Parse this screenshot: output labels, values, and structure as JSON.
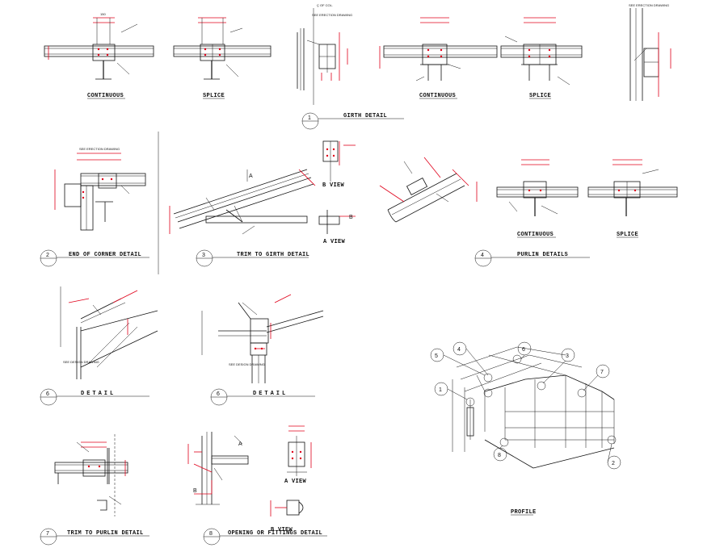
{
  "colors": {
    "line": "#111111",
    "dimension": "#e0001a",
    "background": "#ffffff"
  },
  "row1": {
    "continuous_1": "CONTINUOUS",
    "splice_1": "SPLICE",
    "continuous_2": "CONTINUOUS",
    "splice_2": "SPLICE",
    "bubble": "1",
    "title": "GIRTH DETAIL"
  },
  "detail2": {
    "bubble": "2",
    "title": "END OF CORNER DETAIL"
  },
  "detail3": {
    "bubble": "3",
    "title": "TRIM TO GIRTH DETAIL",
    "view_label": "A VIEW",
    "view_label_b": "B VIEW",
    "marker_a": "A",
    "marker_b": "B"
  },
  "detail4": {
    "bubble": "4",
    "title": "PURLIN DETAILS",
    "continuous": "CONTINUOUS",
    "splice": "SPLICE"
  },
  "detail6a": {
    "bubble": "6",
    "title": "DETAIL"
  },
  "detail6b": {
    "bubble": "6",
    "title": "DETAIL"
  },
  "detail7": {
    "bubble": "7",
    "title": "TRIM TO PURLIN DETAIL"
  },
  "detail8": {
    "bubble": "8",
    "title": "OPENING OR FITTINGS DETAIL",
    "view_label": "A VIEW",
    "view_label_b": "B VIEW",
    "marker_a": "A",
    "marker_b": "B"
  },
  "profile": {
    "title": "PROFILE",
    "callouts": [
      "5",
      "4",
      "6",
      "3",
      "7",
      "1",
      "8",
      "2"
    ]
  }
}
